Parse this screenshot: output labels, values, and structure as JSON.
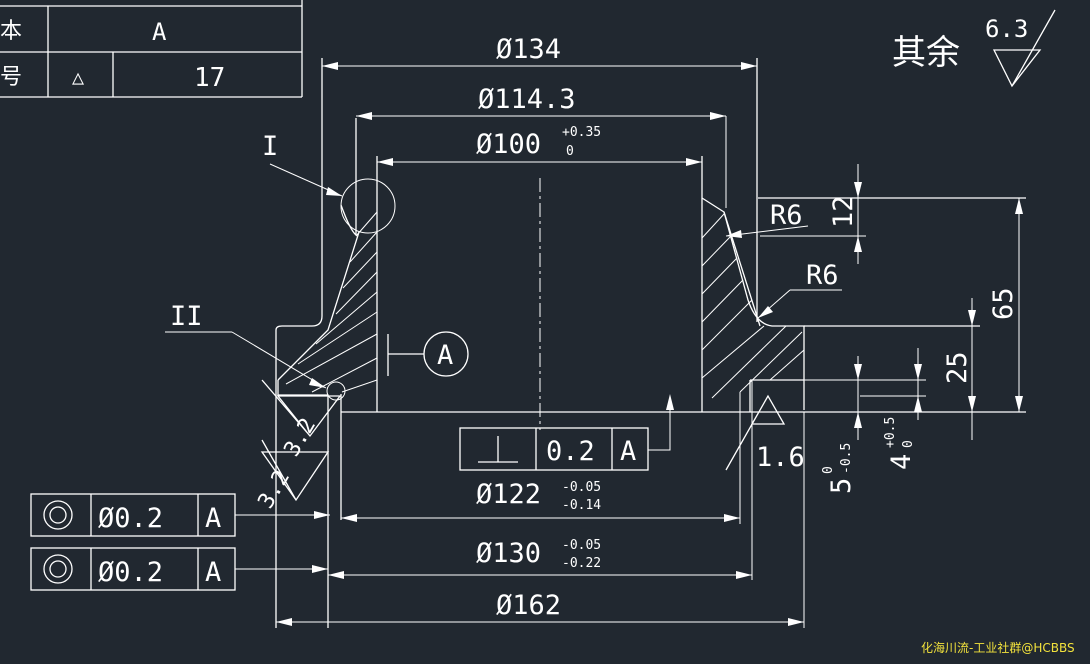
{
  "title_block": {
    "row1_label": "本",
    "row1_value": "A",
    "row2_label": "号",
    "row2_symbol": "△",
    "row2_value": "17"
  },
  "roughness_note": {
    "text": "其余",
    "value": "6.3"
  },
  "dimensions": {
    "d134": "134",
    "d114": "114.3",
    "d100": "100",
    "d100_upper": "+0.35",
    "d100_lower": "0",
    "d122": "122",
    "d122_upper": "-0.05",
    "d122_lower": "-0.14",
    "d130": "130",
    "d130_upper": "-0.05",
    "d130_lower": "-0.22",
    "d162": "162",
    "r6_top": "R6",
    "r6_mid": "R6",
    "h12": "12",
    "h65": "65",
    "h25": "25",
    "h5": "5",
    "h5_upper": "0",
    "h5_lower": "-0.5",
    "h4": "4",
    "h4_upper": "+0.5",
    "h4_lower": "0"
  },
  "detail_labels": {
    "detail1": "I",
    "detail2": "II"
  },
  "datum": {
    "label": "A"
  },
  "roughness_marks": {
    "left_upper": "3.2",
    "left_lower": "3.2",
    "right": "1.6"
  },
  "tolerance_frames": [
    {
      "symbol": "perpendicularity",
      "value": "0.2",
      "datum": "A"
    },
    {
      "symbol": "concentricity",
      "value": "Ø0.2",
      "datum": "A"
    },
    {
      "symbol": "concentricity",
      "value": "Ø0.2",
      "datum": "A"
    }
  ],
  "watermark": "化海川流-工业社群@HCBBS"
}
